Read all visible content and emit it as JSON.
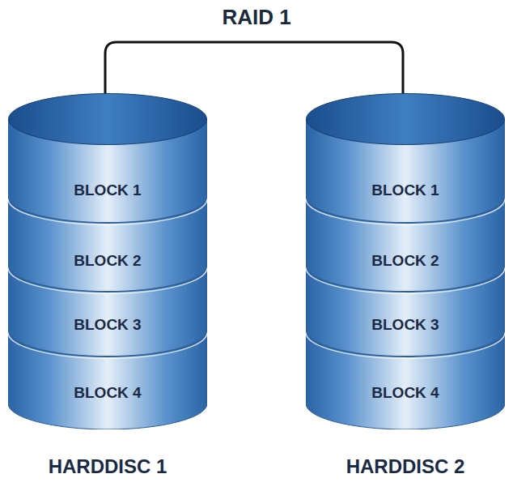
{
  "diagram": {
    "title": "RAID 1",
    "nodes": [
      {
        "text": [
          "HARDDISC 1"
        ]
      },
      {
        "text": [
          "BLOCK 1"
        ],
        "in": 0
      },
      {
        "text": [
          "BLOCK 2"
        ],
        "in": 0
      },
      {
        "text": [
          "BLOCK 3"
        ],
        "in": 0
      },
      {
        "text": [
          "BLOCK 4"
        ],
        "in": 0
      },
      {
        "text": [
          "HARDDISC 2"
        ]
      },
      {
        "text": [
          "BLOCK 1"
        ],
        "in": 5
      },
      {
        "text": [
          "BLOCK 2"
        ],
        "in": 5
      },
      {
        "text": [
          "BLOCK 3"
        ],
        "in": 5
      },
      {
        "text": [
          "BLOCK 4"
        ],
        "in": 5
      }
    ],
    "edges": [
      {
        "from": 0,
        "to": 5,
        "arrow": "none"
      }
    ]
  }
}
